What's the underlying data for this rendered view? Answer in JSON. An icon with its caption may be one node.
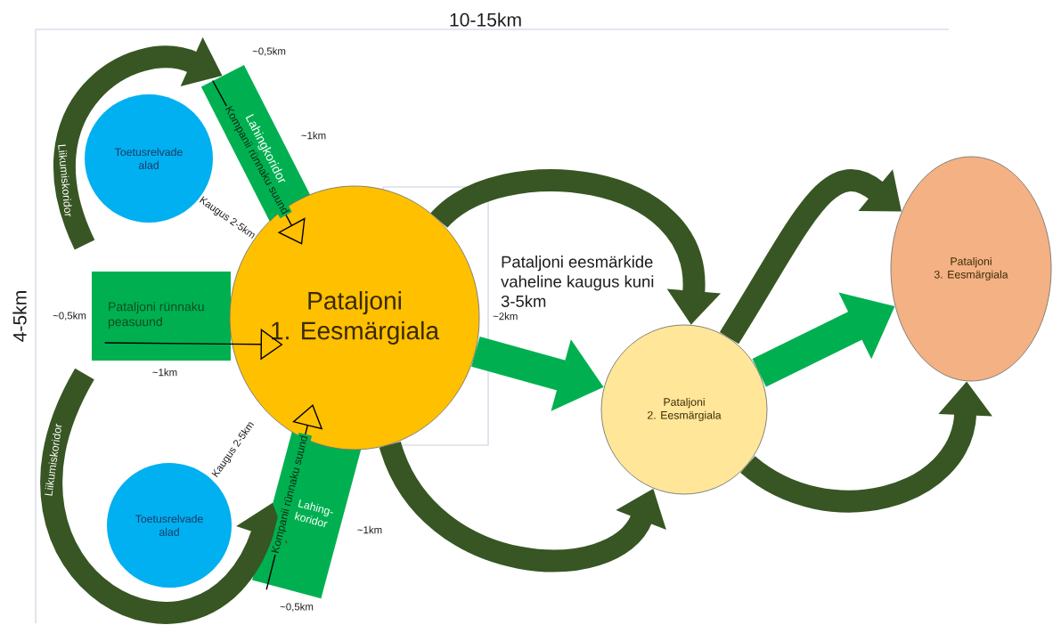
{
  "diagram": {
    "nodes": [
      {
        "text": [
          "Lahingkoridor"
        ]
      },
      {
        "text": [
          "Toetusrelvade alad"
        ]
      },
      {
        "text": [
          "Pataljoni rünnaku peasuund"
        ],
        "beside": [
          "~0,5km"
        ]
      },
      {
        "text": [
          "Pataljoni 1. Eesmärgiala"
        ]
      },
      {
        "text": [
          "Lahing- koridor"
        ],
        "beside": [
          "~0,5km"
        ]
      },
      {
        "text": [
          "Toetusrelvade alad"
        ]
      },
      {
        "text": [
          "Pataljoni 2. Eesmärgiala"
        ]
      },
      {
        "text": [
          "Pataljoni 3. Eesmärgiala"
        ]
      }
    ],
    "edges": [
      {
        "from": null,
        "to": 0,
        "arrow": "to",
        "label": "Liikumiskoridor"
      },
      {
        "from": 0,
        "to": 3,
        "arrow": "to",
        "label": "Kompanii rünnaku suund",
        "color": "#000000"
      },
      {
        "from": 2,
        "to": 3,
        "arrow": "to",
        "color": "#000000"
      },
      {
        "from": null,
        "to": 4,
        "arrow": "to",
        "label": "Liikumiskoridor"
      },
      {
        "from": 4,
        "to": 3,
        "arrow": "to",
        "label": "Kompanii rünnaku suund",
        "color": "#000000"
      },
      {
        "from": 3,
        "to": 6,
        "arrow": "to"
      },
      {
        "from": 3,
        "to": 6,
        "arrow": "to",
        "color": "#00b050"
      },
      {
        "from": 3,
        "to": 6,
        "arrow": "to"
      },
      {
        "from": 6,
        "to": 7,
        "arrow": "to"
      },
      {
        "from": 6,
        "to": 7,
        "arrow": "to",
        "color": "#00b050"
      },
      {
        "from": 6,
        "to": 7,
        "arrow": "to"
      }
    ],
    "labels": [
      "10-15km",
      "~0,5km",
      "~1km",
      "Kaugus 2-5km",
      "Pataljoni eesmärkide vaheline kaugus kuni 3-5km",
      "4-5km",
      "~2km",
      "~1km",
      "Kaugus 2-5km",
      "~1km"
    ]
  }
}
